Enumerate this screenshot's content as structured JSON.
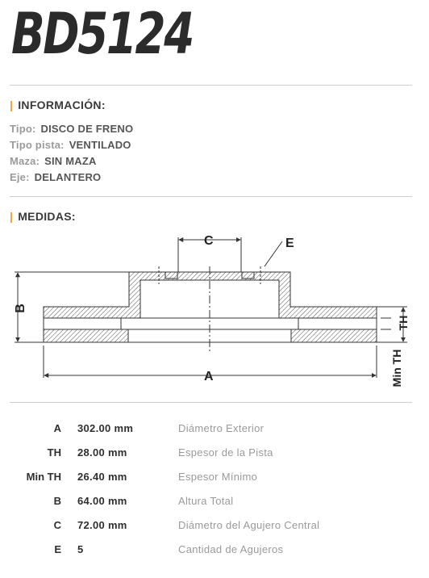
{
  "title": "BD5124",
  "info": {
    "heading": "INFORMACIÓN:",
    "rows": [
      {
        "label": "Tipo:",
        "value": "DISCO DE FRENO"
      },
      {
        "label": "Tipo pista:",
        "value": "VENTILADO"
      },
      {
        "label": "Maza:",
        "value": "SIN MAZA"
      },
      {
        "label": "Eje:",
        "value": "DELANTERO"
      }
    ]
  },
  "measures": {
    "heading": "MEDIDAS:",
    "diagram_labels": {
      "a": "A",
      "b": "B",
      "c": "C",
      "e": "E",
      "th": "TH",
      "min_th": "Min TH"
    }
  },
  "specs": [
    {
      "code": "A",
      "value": "302.00 mm",
      "desc": "Diámetro Exterior"
    },
    {
      "code": "TH",
      "value": "28.00 mm",
      "desc": "Espesor de la Pista"
    },
    {
      "code": "Min TH",
      "value": "26.40 mm",
      "desc": "Espesor Mínimo"
    },
    {
      "code": "B",
      "value": "64.00 mm",
      "desc": "Altura Total"
    },
    {
      "code": "C",
      "value": "72.00 mm",
      "desc": "Diámetro del Agujero Central"
    },
    {
      "code": "E",
      "value": "5",
      "desc": "Cantidad de Agujeros"
    }
  ],
  "colors": {
    "accent": "#f0a020",
    "text": "#2f2f2f",
    "muted": "#9a9a9a"
  }
}
